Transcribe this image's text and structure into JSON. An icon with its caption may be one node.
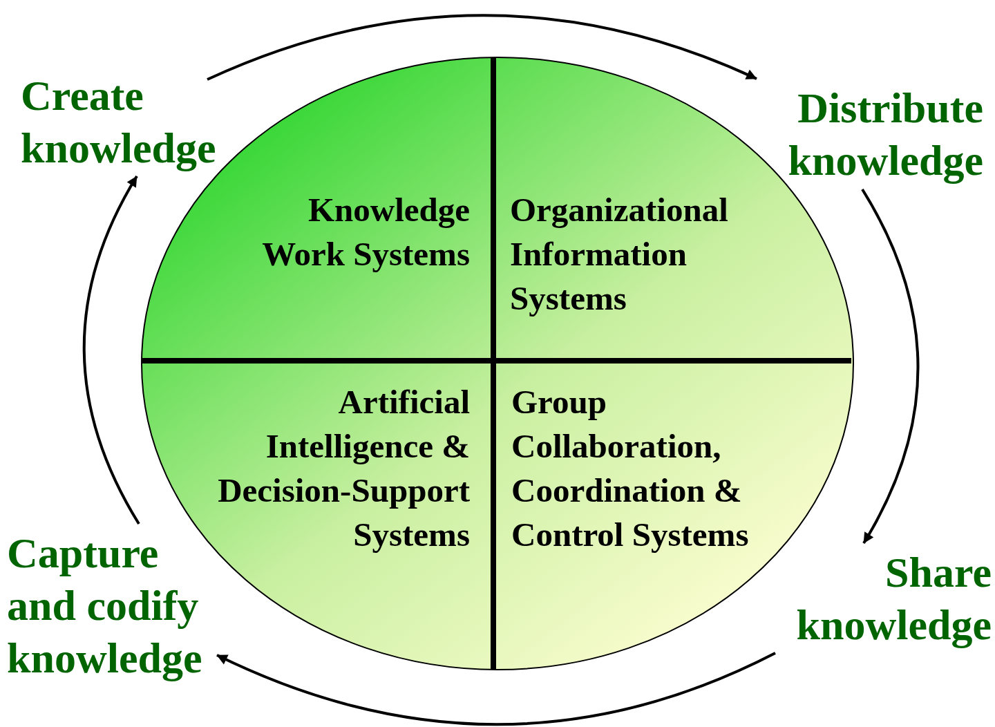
{
  "diagram": {
    "nodes": [
      {
        "text": [
          "Create knowledge"
        ]
      },
      {
        "text": [
          "Distribute knowledge"
        ]
      },
      {
        "text": [
          "Share knowledge"
        ]
      },
      {
        "text": [
          "Capture and codify knowledge"
        ]
      },
      {
        "text": [
          "Knowledge Work Systems"
        ]
      },
      {
        "text": [
          "Organizational Information Systems"
        ]
      },
      {
        "text": [
          "Artificial Intelligence & Decision-Support Systems"
        ]
      },
      {
        "text": [
          "Group Collaboration, Coordination & Control Systems"
        ]
      }
    ],
    "edges": [
      {
        "from": 0,
        "to": 1,
        "arrow": "to"
      },
      {
        "from": 1,
        "to": 2,
        "arrow": "to"
      },
      {
        "from": 2,
        "to": 3,
        "arrow": "to"
      },
      {
        "from": 3,
        "to": 0,
        "arrow": "to"
      }
    ]
  }
}
